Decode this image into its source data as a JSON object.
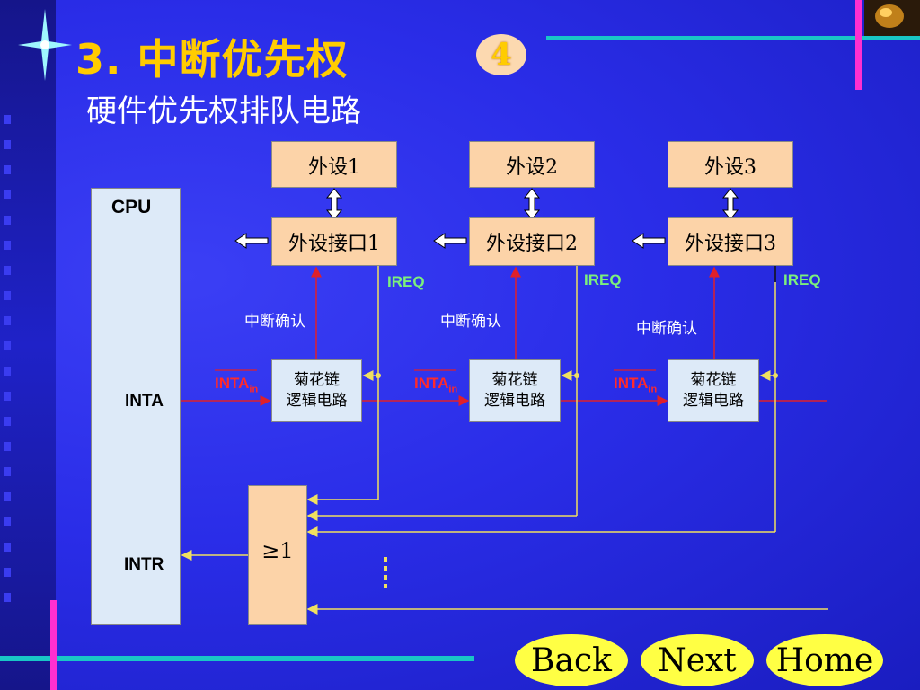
{
  "slide": {
    "title": "3. 中断优先权",
    "subtitle": "硬件优先权排队电路",
    "page_badge": "4"
  },
  "peripherals": [
    {
      "device": "外设1",
      "interface": "外设接口1",
      "daisy_line1": "菊花链",
      "daisy_line2": "逻辑电路"
    },
    {
      "device": "外设2",
      "interface": "外设接口2",
      "daisy_line1": "菊花链",
      "daisy_line2": "逻辑电路"
    },
    {
      "device": "外设3",
      "interface": "外设接口3",
      "daisy_line1": "菊花链",
      "daisy_line2": "逻辑电路"
    }
  ],
  "labels": {
    "cpu": "CPU",
    "inta": "INTA",
    "intr": "INTR",
    "irq": "IREQ",
    "ack": "中断确认",
    "inta_in": "INTA",
    "inta_in_sub": "in",
    "or_gate": "≥1"
  },
  "nav": {
    "back": "Back",
    "next": "Next",
    "home": "Home"
  },
  "colors": {
    "accent_title": "#ffcc00",
    "wire_red": "#e0202a",
    "wire_yellow": "#f0e060",
    "irq_green": "#7cf07c",
    "cyan": "#19c6c6",
    "magenta": "#ff2fd0"
  }
}
